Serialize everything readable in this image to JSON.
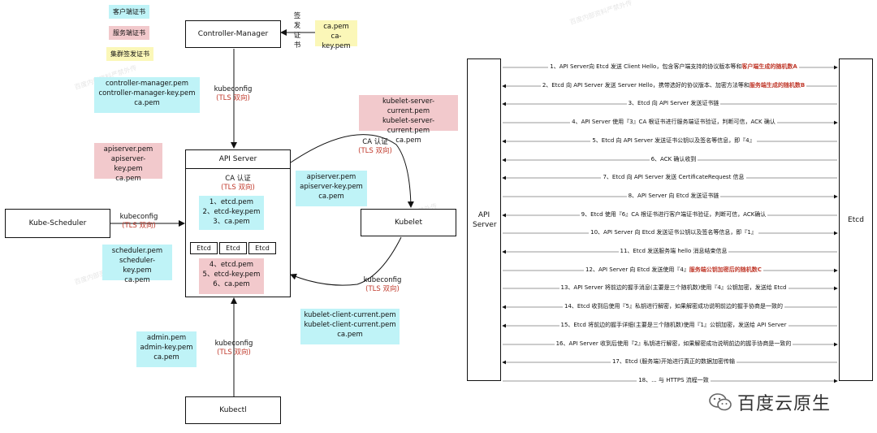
{
  "legend": {
    "client": "客户端证书",
    "server": "服务端证书",
    "cluster": "集群签发证书"
  },
  "colors": {
    "client": "#bff3f7",
    "server": "#f2c9cc",
    "cluster": "#fbf7b8",
    "highlight": "#c0392b"
  },
  "controller_manager": {
    "title": "Controller-Manager",
    "sign_label": [
      "签",
      "发",
      "证",
      "书"
    ],
    "ca_certs": [
      "ca.pem",
      "ca-key.pem"
    ],
    "client_certs": [
      "controller-manager.pem",
      "controller-manager-key.pem",
      "ca.pem"
    ],
    "link_label": "kubeconfig",
    "link_mode": "(TLS 双向)"
  },
  "api_server": {
    "title": "API Server",
    "ca_label": "CA 认证",
    "ca_mode": "(TLS 双向)",
    "client_certs": [
      "1、etcd.pem",
      "2、etcd-key.pem",
      "3、ca.pem"
    ],
    "etcd_nodes": [
      "Etcd",
      "Etcd",
      "Etcd"
    ],
    "server_certs": [
      "4、etcd.pem",
      "5、etcd-key.pem",
      "6、ca.pem"
    ],
    "own_certs": [
      "apiserver.pem",
      "apiserver-key.pem",
      "ca.pem"
    ]
  },
  "kube_scheduler": {
    "title": "Kube-Scheduler",
    "link_label": "kubeconfig",
    "link_mode": "(TLS 双向)",
    "client_certs": [
      "scheduler.pem",
      "scheduler-key.pem",
      "ca.pem"
    ]
  },
  "kubelet": {
    "title": "Kubelet",
    "server_certs": [
      "kubelet-server-current.pem",
      "kubelet-server-current.pem",
      "ca.pem"
    ],
    "ca_label": "CA 认证",
    "ca_mode": "(TLS 双向)",
    "apiserver_client_certs": [
      "apiserver.pem",
      "apiserver-key.pem",
      "ca.pem"
    ],
    "link_label": "kubeconfig",
    "link_mode": "(TLS 双向)",
    "client_certs": [
      "kubelet-client-current.pem",
      "kubelet-client-current.pem",
      "ca.pem"
    ]
  },
  "kubectl": {
    "title": "Kubectl",
    "link_label": "kubeconfig",
    "link_mode": "(TLS 双向)",
    "client_certs": [
      "admin.pem",
      "admin-key.pem",
      "ca.pem"
    ]
  },
  "sequence": {
    "left_actor": "API Server",
    "right_actor": "Etcd",
    "messages": [
      {
        "dir": "right",
        "text": "1、API Server向 Etcd 发送 Client Hello，包含客户端支持的协议版本等和",
        "hl": "客户端生成的随机数A",
        "tail": ""
      },
      {
        "dir": "left",
        "text": "2、Etcd 向 API Server 发送 Server Hello，携带选好的协议版本、加密方法等和",
        "hl": "服务端生成的随机数B",
        "tail": ""
      },
      {
        "dir": "left",
        "text": "3、Etcd 向 API Server 发送证书链",
        "hl": "",
        "tail": ""
      },
      {
        "dir": "right",
        "text": "4、API Server 使用『3』CA 根证书进行服务端证书验证，判断可信，ACK 确认",
        "hl": "",
        "tail": ""
      },
      {
        "dir": "left",
        "text": "5、Etcd 向 API Server 发送证书公钥以及签名等信息，即『4』",
        "hl": "",
        "tail": ""
      },
      {
        "dir": "left",
        "text": "6、ACK 确认收到",
        "hl": "",
        "tail": ""
      },
      {
        "dir": "left",
        "text": "7、Etcd 向 API Server 发送 CertificateRequest 信息",
        "hl": "",
        "tail": ""
      },
      {
        "dir": "right",
        "text": "8、API Server 向 Etcd 发送证书链",
        "hl": "",
        "tail": ""
      },
      {
        "dir": "left",
        "text": "9、Etcd 使用『6』CA 根证书进行客户端证书验证，判断可信，ACK确认",
        "hl": "",
        "tail": ""
      },
      {
        "dir": "right",
        "text": "10、API Server 向 Etcd 发送证书公钥以及签名等信息，即『1』",
        "hl": "",
        "tail": ""
      },
      {
        "dir": "left",
        "text": "11、Etcd 发送服务端 hello 消息结束信息",
        "hl": "",
        "tail": ""
      },
      {
        "dir": "right",
        "text": "12、API Server 向 Etcd 发送使用『4』",
        "hl": "服务端公钥加密后的随机数C",
        "tail": ""
      },
      {
        "dir": "right",
        "text": "13、API Server 将前边的握手消息(主要是三个随机数)使用『4』公钥加密，发送给 Etcd",
        "hl": "",
        "tail": ""
      },
      {
        "dir": "left",
        "text": "14、Etcd 收到后使用『5』私钥进行解密，如果解密成功说明前边的握手协商是一致的",
        "hl": "",
        "tail": ""
      },
      {
        "dir": "left",
        "text": "15、Etcd 将前边的握手详细(主要是三个随机数)使用『1』公钥加密，发送给 API Server",
        "hl": "",
        "tail": ""
      },
      {
        "dir": "right",
        "text": "16、API Server 收到后使用『2』私钥进行解密，如果解密成功说明前边的握手协商是一致的",
        "hl": "",
        "tail": ""
      },
      {
        "dir": "left",
        "text": "17、Etcd (服务端)开始进行真正的数据加密传输",
        "hl": "",
        "tail": ""
      },
      {
        "dir": "right",
        "text": "18、... 与 HTTPS 流程一致",
        "hl": "",
        "tail": ""
      }
    ]
  },
  "brand": {
    "name": "百度云原生",
    "icon": "wechat-icon"
  }
}
